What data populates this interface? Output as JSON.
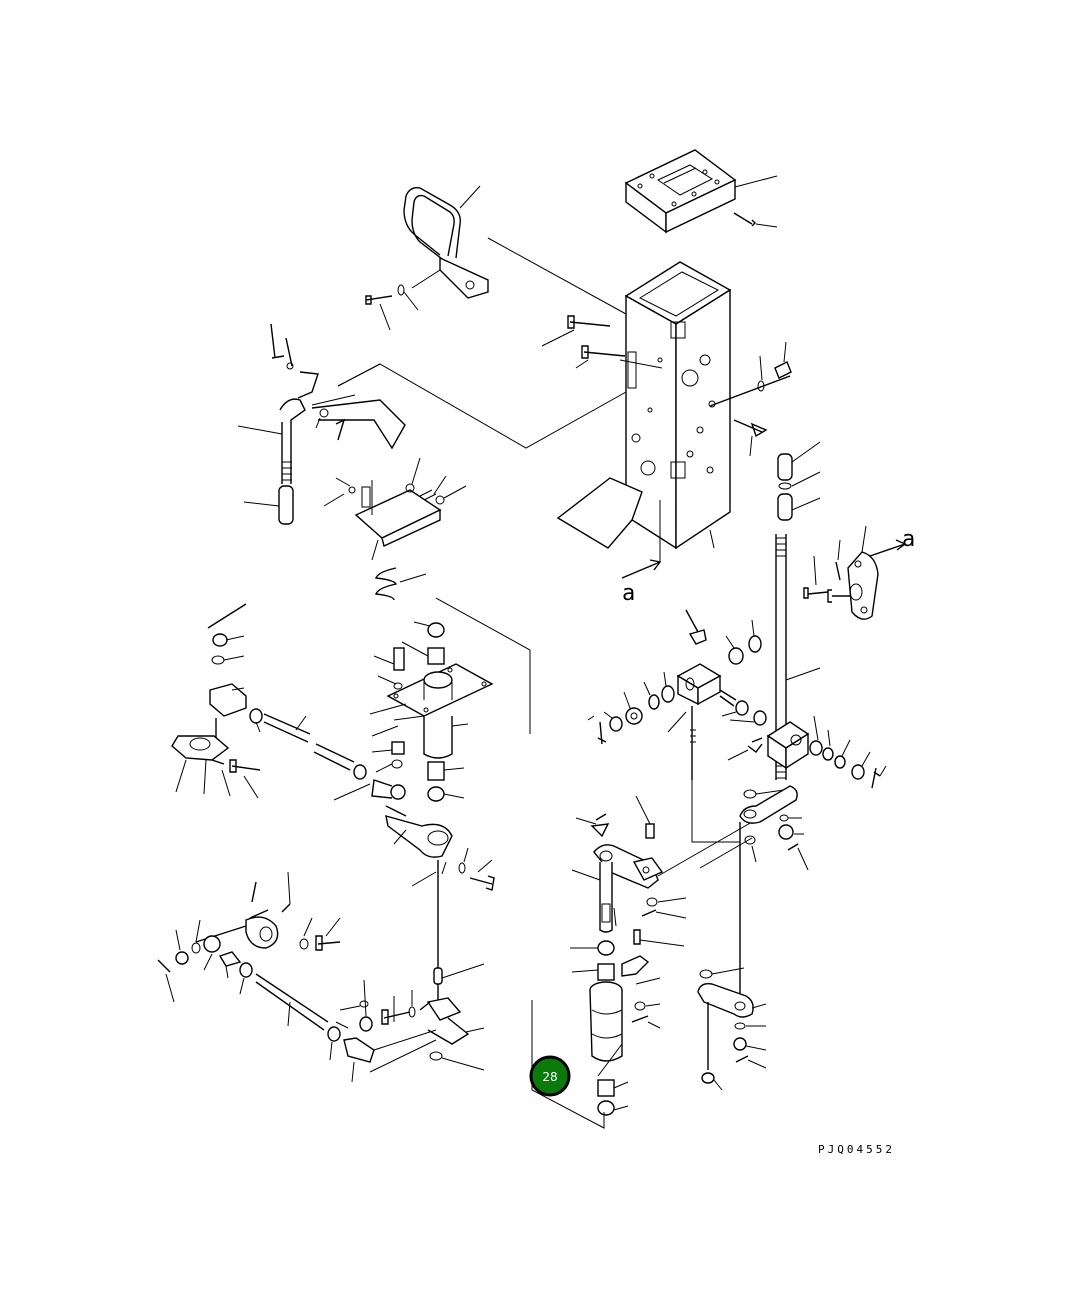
{
  "figure": {
    "drawing_code": "PJQ04552",
    "view_labels": [
      "a",
      "a"
    ],
    "callout": {
      "number": "28",
      "fill": "#0a7a0a",
      "ring": "#000000",
      "text_color": "#ffffff"
    }
  },
  "colors": {
    "line": "#000000",
    "background": "#ffffff"
  }
}
